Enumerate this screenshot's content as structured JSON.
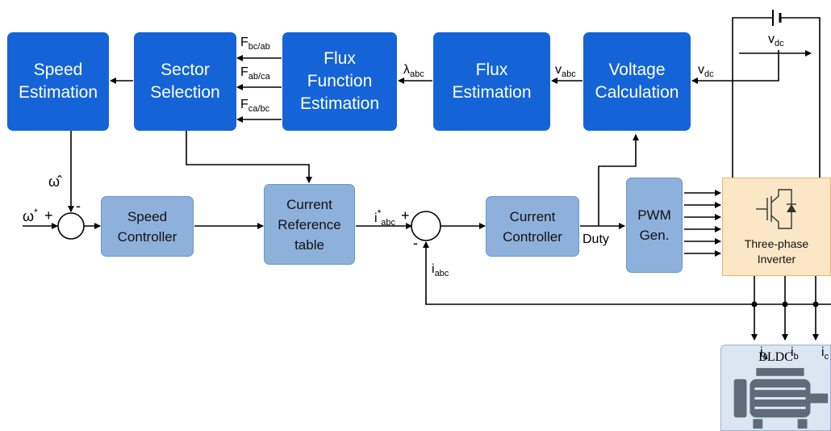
{
  "blocks": {
    "speed_estimation": "Speed\nEstimation",
    "sector_selection": "Sector\nSelection",
    "flux_function_estimation": "Flux\nFunction\nEstimation",
    "flux_estimation": "Flux\nEstimation",
    "voltage_calculation": "Voltage\nCalculation",
    "speed_controller": "Speed\nController",
    "current_reference_table": "Current\nReference\ntable",
    "current_controller": "Current\nController",
    "pwm_gen": "PWM\nGen.",
    "three_phase_inverter": "Three-phase\nInverter",
    "motor": "BLDC"
  },
  "signals": {
    "f_bc_ab": {
      "base": "F",
      "sub": "bc/ab"
    },
    "f_ab_ca": {
      "base": "F",
      "sub": "ab/ca"
    },
    "f_ca_bc": {
      "base": "F",
      "sub": "ca/bc"
    },
    "lambda_abc": {
      "base": "λ",
      "sub": "abc"
    },
    "v_abc": {
      "base": "v",
      "sub": "abc"
    },
    "v_dc_in": {
      "base": "v",
      "sub": "dc"
    },
    "v_dc_bus": {
      "base": "v",
      "sub": "dc"
    },
    "omega_hat": "ω̂",
    "omega_ref": {
      "base": "ω",
      "sup": "*"
    },
    "i_abc_ref": {
      "base": "i",
      "sup": "*",
      "sub": "abc"
    },
    "i_abc_fb": {
      "base": "i",
      "sub": "abc"
    },
    "duty": "Duty",
    "i_a": {
      "base": "i",
      "sub": "a"
    },
    "i_b": {
      "base": "i",
      "sub": "b"
    },
    "i_c": {
      "base": "i",
      "sub": "c"
    }
  },
  "signs": {
    "speed_plus": "+",
    "speed_minus": "-",
    "current_plus": "+",
    "current_minus": "-"
  },
  "colors": {
    "dark_block": "#1464d8",
    "light_block": "#8eb1dc",
    "inverter": "#fbe6c6",
    "motor": "#dce6f3",
    "motor_icon": "#5f6b78"
  }
}
